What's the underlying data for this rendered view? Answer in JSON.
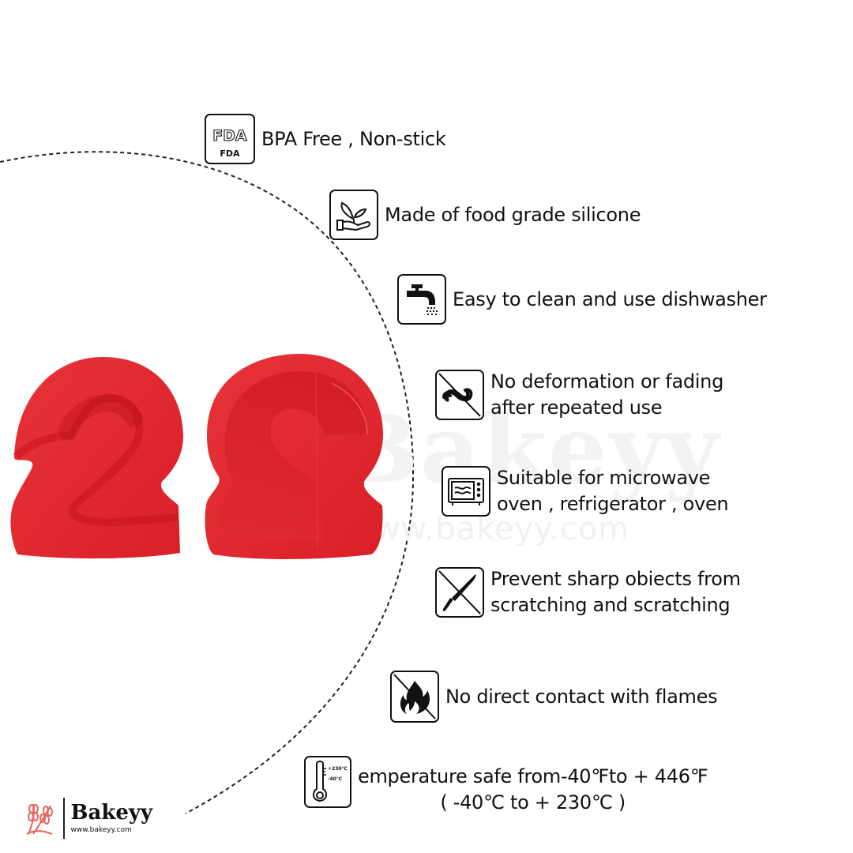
{
  "product": {
    "name": "Number 2 silicone cake mould",
    "color": "#e3242b",
    "digits": [
      "2",
      "2"
    ]
  },
  "watermark": {
    "brand": "Bakeyy",
    "url": "www.bakeyy.com"
  },
  "features": [
    {
      "icon": "fda-icon",
      "icon_label": "FDA",
      "lines": [
        "BPA Free , Non-stick"
      ]
    },
    {
      "icon": "plant-in-hand-icon",
      "lines": [
        "Made of food grade silicone"
      ]
    },
    {
      "icon": "water-tap-icon",
      "lines": [
        "Easy to clean and use dishwasher"
      ]
    },
    {
      "icon": "no-deformation-icon",
      "lines": [
        "No deformation or fading",
        "after repeated use"
      ]
    },
    {
      "icon": "microwave-icon",
      "lines": [
        "Suitable for microwave",
        "oven , refrigerator , oven"
      ]
    },
    {
      "icon": "no-knife-icon",
      "lines": [
        "Prevent sharp obiects from",
        "scratching and scratching"
      ]
    },
    {
      "icon": "no-flame-icon",
      "lines": [
        "No direct contact with flames"
      ]
    },
    {
      "icon": "thermometer-icon",
      "icon_labels": [
        "+230℃",
        "-40℃"
      ],
      "lines": [
        "emperature safe from-40℉to + 446℉",
        "( -40℃ to + 230℃ )"
      ]
    }
  ],
  "logo": {
    "name": "Bakeyy",
    "url": "www.bakeyy.com",
    "accent": "#e8625f"
  }
}
